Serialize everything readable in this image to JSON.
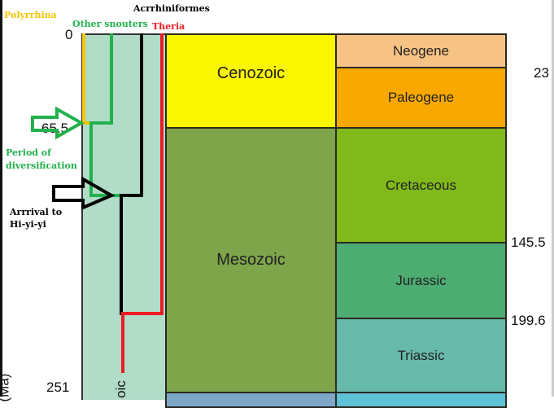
{
  "labels": {
    "polyrrhina": "Polyrrhina",
    "other_snouters": "Other snouters",
    "acrrhiniformes": "Acrrhiniformes",
    "theria": "Theria",
    "period_div": "Period of diversification",
    "arrival": "Arrrival to Hi-yi-yi"
  },
  "axis": {
    "zero": "0",
    "t65": "65.5",
    "t251": "251",
    "unit": "(Ma)",
    "phanero": "oic",
    "t23": "23",
    "t145": "145.5",
    "t199": "199.6"
  },
  "eras": {
    "cenozoic": "Cenozoic",
    "mesozoic": "Mesozoic"
  },
  "periods": {
    "neogene": "Neogene",
    "paleogene": "Paleogene",
    "cretaceous": "Cretaceous",
    "jurassic": "Jurassic",
    "triassic": "Triassic"
  },
  "colors": {
    "yellow": "#f5c400",
    "green": "#22b14c",
    "black": "#000000",
    "red": "#ed1c24"
  }
}
